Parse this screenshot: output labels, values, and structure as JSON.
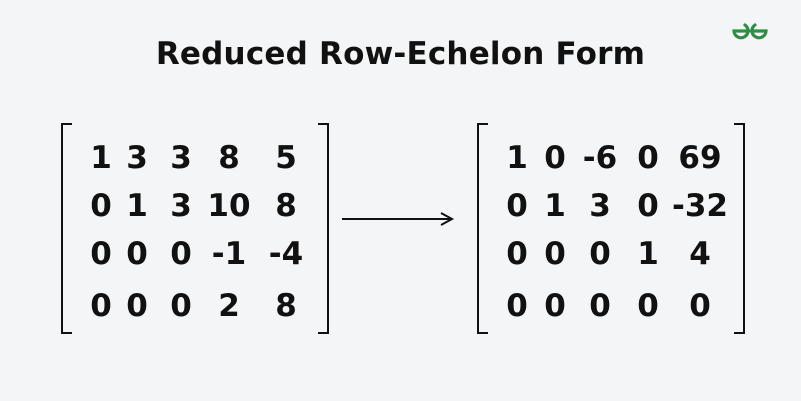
{
  "title": "Reduced Row-Echelon Form",
  "logo": {
    "icon": "geeksforgeeks-logo-icon",
    "color": "#2f8d46"
  },
  "colors": {
    "default": "#111111",
    "pivot": "#3a3f8f",
    "zero_above_pivot": "#8a4fa6",
    "arrow": "#111111"
  },
  "left_matrix": [
    [
      "1",
      "3",
      "3",
      "8",
      "5"
    ],
    [
      "0",
      "1",
      "3",
      "10",
      "8"
    ],
    [
      "0",
      "0",
      "0",
      "-1",
      "-4"
    ],
    [
      "0",
      "0",
      "0",
      "2",
      "8"
    ]
  ],
  "right_matrix": [
    [
      "1",
      "0",
      "-6",
      "0",
      "69"
    ],
    [
      "0",
      "1",
      "3",
      "0",
      "-32"
    ],
    [
      "0",
      "0",
      "0",
      "1",
      "4"
    ],
    [
      "0",
      "0",
      "0",
      "0",
      "0"
    ]
  ],
  "right_matrix_highlight": [
    [
      "pivot",
      "zero_above_pivot",
      "",
      "zero_above_pivot",
      ""
    ],
    [
      "",
      "pivot",
      "",
      "zero_above_pivot",
      ""
    ],
    [
      "",
      "",
      "",
      "pivot",
      ""
    ],
    [
      "",
      "",
      "",
      "",
      ""
    ]
  ]
}
